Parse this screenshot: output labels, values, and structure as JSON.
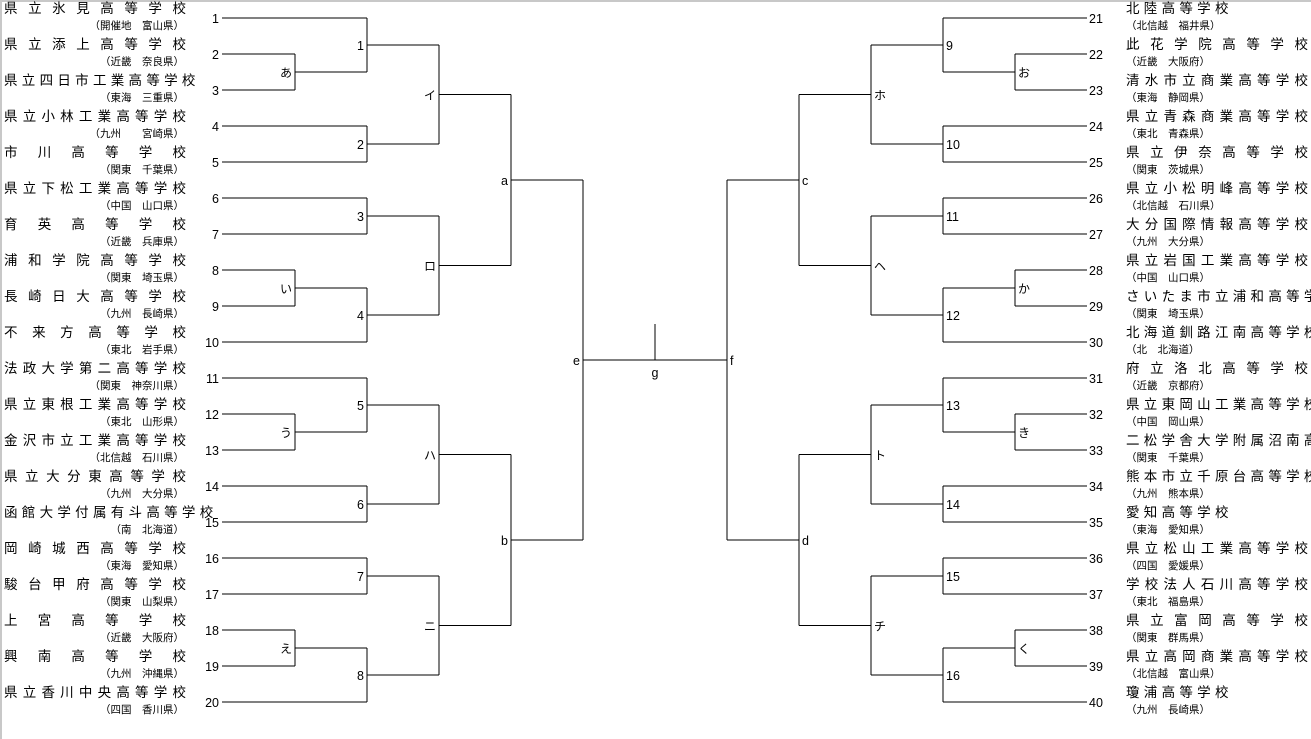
{
  "left_schools": [
    {
      "slot": "1",
      "name": "県立氷見高等学校",
      "region": "（開催地　富山県）"
    },
    {
      "slot": "2",
      "name": "県立添上高等学校",
      "region": "（近畿　奈良県）"
    },
    {
      "slot": "3",
      "name": "県立四日市工業高等学校",
      "region": "（東海　三重県）"
    },
    {
      "slot": "4",
      "name": "県立小林工業高等学校",
      "region": "（九州　　宮崎県）"
    },
    {
      "slot": "5",
      "name": "市川高等学校",
      "region": "（関東　千葉県）"
    },
    {
      "slot": "6",
      "name": "県立下松工業高等学校",
      "region": "（中国　山口県）"
    },
    {
      "slot": "7",
      "name": "育英高等学校",
      "region": "（近畿　兵庫県）"
    },
    {
      "slot": "8",
      "name": "浦和学院高等学校",
      "region": "（関東　埼玉県）"
    },
    {
      "slot": "9",
      "name": "長崎日大高等学校",
      "region": "（九州　長崎県）"
    },
    {
      "slot": "10",
      "name": "不来方高等学校",
      "region": "（東北　岩手県）"
    },
    {
      "slot": "11",
      "name": "法政大学第二高等学校",
      "region": "（関東　神奈川県）"
    },
    {
      "slot": "12",
      "name": "県立東根工業高等学校",
      "region": "（東北　山形県）"
    },
    {
      "slot": "13",
      "name": "金沢市立工業高等学校",
      "region": "（北信越　石川県）"
    },
    {
      "slot": "14",
      "name": "県立大分東高等学校",
      "region": "（九州　大分県）"
    },
    {
      "slot": "15",
      "name": "函館大学付属有斗高等学校",
      "region": "（南　北海道）"
    },
    {
      "slot": "16",
      "name": "岡崎城西高等学校",
      "region": "（東海　愛知県）"
    },
    {
      "slot": "17",
      "name": "駿台甲府高等学校",
      "region": "（関東　山梨県）"
    },
    {
      "slot": "18",
      "name": "上宮高等学校",
      "region": "（近畿　大阪府）"
    },
    {
      "slot": "19",
      "name": "興南高等学校",
      "region": "（九州　沖縄県）"
    },
    {
      "slot": "20",
      "name": "県立香川中央高等学校",
      "region": "（四国　香川県）"
    }
  ],
  "right_schools": [
    {
      "slot": "21",
      "name": "北陸高等学校",
      "region": "（北信越　福井県）"
    },
    {
      "slot": "22",
      "name": "此花学院高等学校",
      "region": "（近畿　大阪府）"
    },
    {
      "slot": "23",
      "name": "清水市立商業高等学校",
      "region": "（東海　静岡県）"
    },
    {
      "slot": "24",
      "name": "県立青森商業高等学校",
      "region": "（東北　青森県）"
    },
    {
      "slot": "25",
      "name": "県立伊奈高等学校",
      "region": "（関東　茨城県）"
    },
    {
      "slot": "26",
      "name": "県立小松明峰高等学校",
      "region": "（北信越　石川県）"
    },
    {
      "slot": "27",
      "name": "大分国際情報高等学校",
      "region": "（九州　大分県）"
    },
    {
      "slot": "28",
      "name": "県立岩国工業高等学校",
      "region": "（中国　山口県）"
    },
    {
      "slot": "29",
      "name": "さいたま市立浦和高等学校",
      "region": "（関東　埼玉県）"
    },
    {
      "slot": "30",
      "name": "北海道釧路江南高等学校",
      "region": "（北　北海道）"
    },
    {
      "slot": "31",
      "name": "府立洛北高等学校",
      "region": "（近畿　京都府）"
    },
    {
      "slot": "32",
      "name": "県立東岡山工業高等学校",
      "region": "（中国　岡山県）"
    },
    {
      "slot": "33",
      "name": "二松学舎大学附属沼南高等学校",
      "region": "（関東　千葉県）"
    },
    {
      "slot": "34",
      "name": "熊本市立千原台高等学校",
      "region": "（九州　熊本県）"
    },
    {
      "slot": "35",
      "name": "愛知高等学校",
      "region": "（東海　愛知県）"
    },
    {
      "slot": "36",
      "name": "県立松山工業高等学校",
      "region": "（四国　愛媛県）"
    },
    {
      "slot": "37",
      "name": "学校法人石川高等学校",
      "region": "（東北　福島県）"
    },
    {
      "slot": "38",
      "name": "県立富岡高等学校",
      "region": "（関東　群馬県）"
    },
    {
      "slot": "39",
      "name": "県立高岡商業高等学校",
      "region": "（北信越　富山県）"
    },
    {
      "slot": "40",
      "name": "瓊浦高等学校",
      "region": "（九州　長崎県）"
    }
  ],
  "match_labels": {
    "A": "あ",
    "I": "い",
    "U": "う",
    "E": "え",
    "O": "お",
    "KA": "か",
    "KI": "き",
    "KU": "く",
    "m1": "1",
    "m2": "2",
    "m3": "3",
    "m4": "4",
    "m5": "5",
    "m6": "6",
    "m7": "7",
    "m8": "8",
    "m9": "9",
    "m10": "10",
    "m11": "11",
    "m12": "12",
    "m13": "13",
    "m14": "14",
    "m15": "15",
    "m16": "16",
    "r_i": "イ",
    "r_ro": "ロ",
    "r_ha": "ハ",
    "r_ni": "ニ",
    "r_ho": "ホ",
    "r_he": "ヘ",
    "r_to": "ト",
    "r_chi": "チ",
    "qa": "a",
    "qb": "b",
    "qc": "c",
    "qd": "d",
    "se": "e",
    "sf": "f",
    "final": "g"
  }
}
